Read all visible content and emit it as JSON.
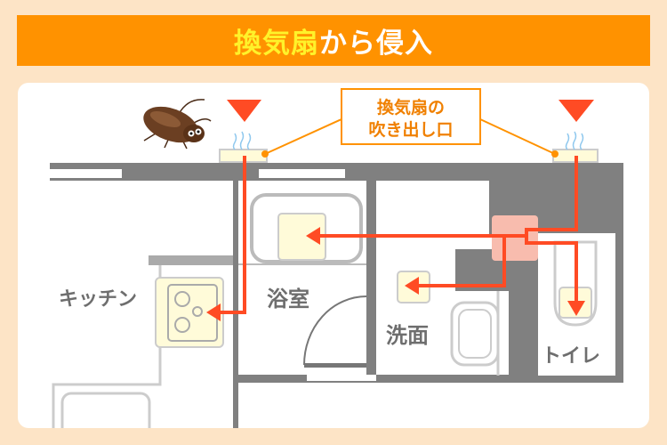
{
  "header": {
    "highlight": "換気扇",
    "rest": "から侵入"
  },
  "callout": {
    "line1": "換気扇の",
    "line2": "吹き出し口"
  },
  "rooms": {
    "kitchen": "キッチン",
    "bathroom": "浴室",
    "washroom": "洗面",
    "toilet": "トイレ"
  },
  "colors": {
    "header": "#ff9200",
    "arrow": "#ff4b24",
    "wall": "#808080",
    "callout": "#ff9200",
    "highlight": "#fff22a"
  }
}
